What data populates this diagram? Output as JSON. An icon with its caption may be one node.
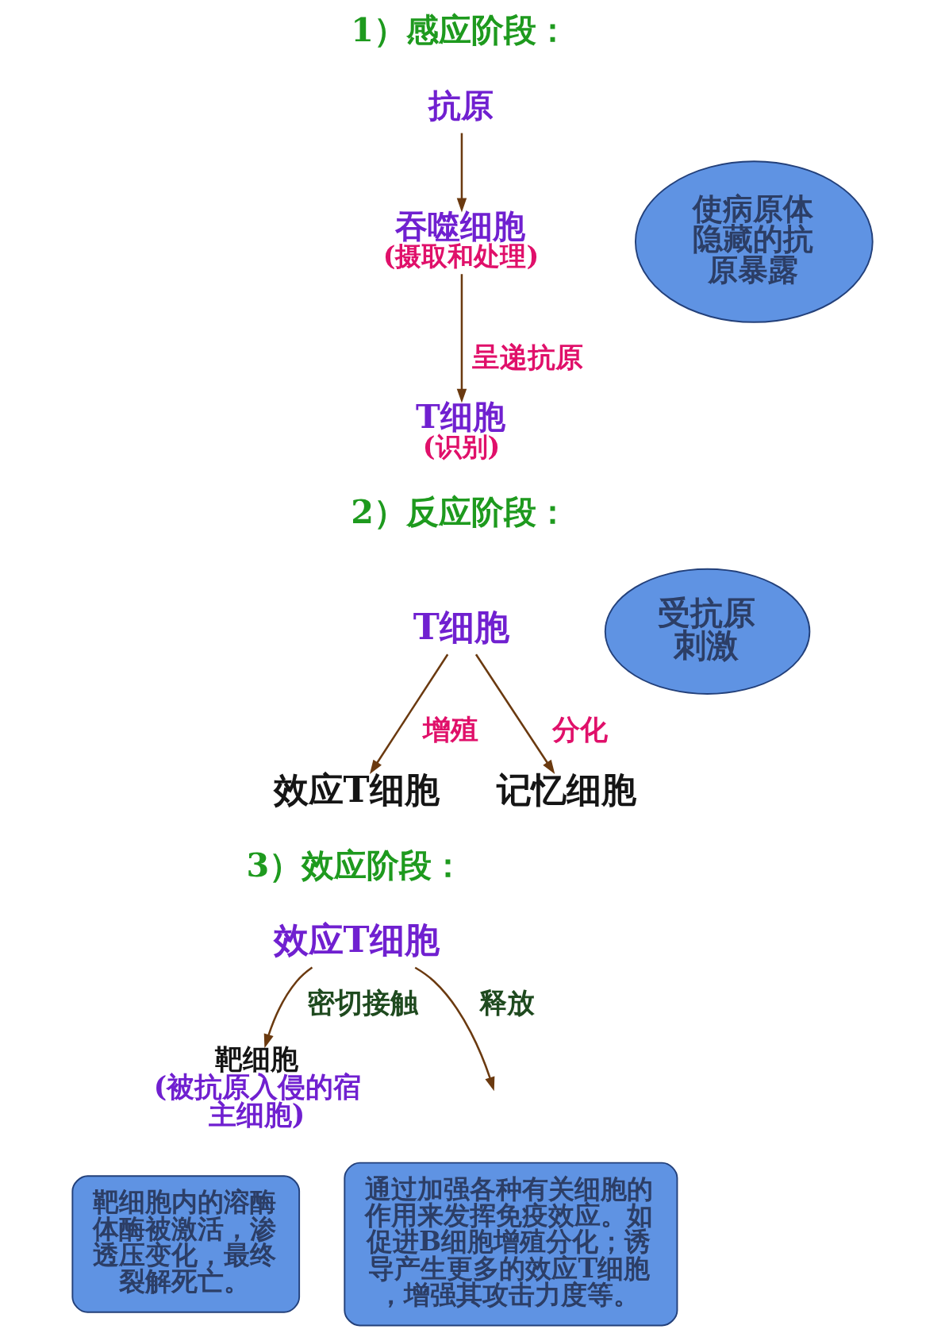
{
  "diagram": {
    "nodes": [
      {
        "text": [
          "抗原"
        ]
      },
      {
        "text": [
          "吞噬细胞",
          "(摄取和处理)"
        ]
      },
      {
        "text": [
          "使病原体隐藏的抗原暴露"
        ]
      },
      {
        "text": [
          "T细胞",
          "(识别)"
        ]
      },
      {
        "text": [
          "T细胞"
        ]
      },
      {
        "text": [
          "受抗原刺激"
        ]
      },
      {
        "text": [
          "效应T细胞"
        ]
      },
      {
        "text": [
          "记忆细胞"
        ]
      },
      {
        "text": [
          "效应T细胞"
        ]
      },
      {
        "text": [
          "靶细胞",
          "(被抗原入侵的宿主细胞)"
        ]
      },
      {
        "text": [
          "靶细胞内的溶酶体酶被激活，渗透压变化，最终裂解死亡。"
        ]
      },
      {
        "text": [
          "通过加强各种有关细胞的作用来发挥免疫效应。如促进B细胞增殖分化；诱导产生更多的效应T细胞，增强其攻击力度等。"
        ]
      }
    ],
    "edges": [
      {
        "from": 0,
        "to": 1,
        "arrow": "to"
      },
      {
        "from": 1,
        "to": 3,
        "arrow": "to",
        "label": "呈递抗原"
      },
      {
        "from": 4,
        "to": 6,
        "arrow": "to",
        "label": "增殖"
      },
      {
        "from": 4,
        "to": 7,
        "arrow": "to",
        "label": "分化"
      },
      {
        "from": 8,
        "to": 9,
        "arrow": "to",
        "label": "密切接触"
      },
      {
        "from": 8,
        "to": null,
        "arrow": "to",
        "label": "释放"
      }
    ],
    "labels": [
      "1）感应阶段：",
      "2）反应阶段：",
      "3）效应阶段："
    ]
  }
}
